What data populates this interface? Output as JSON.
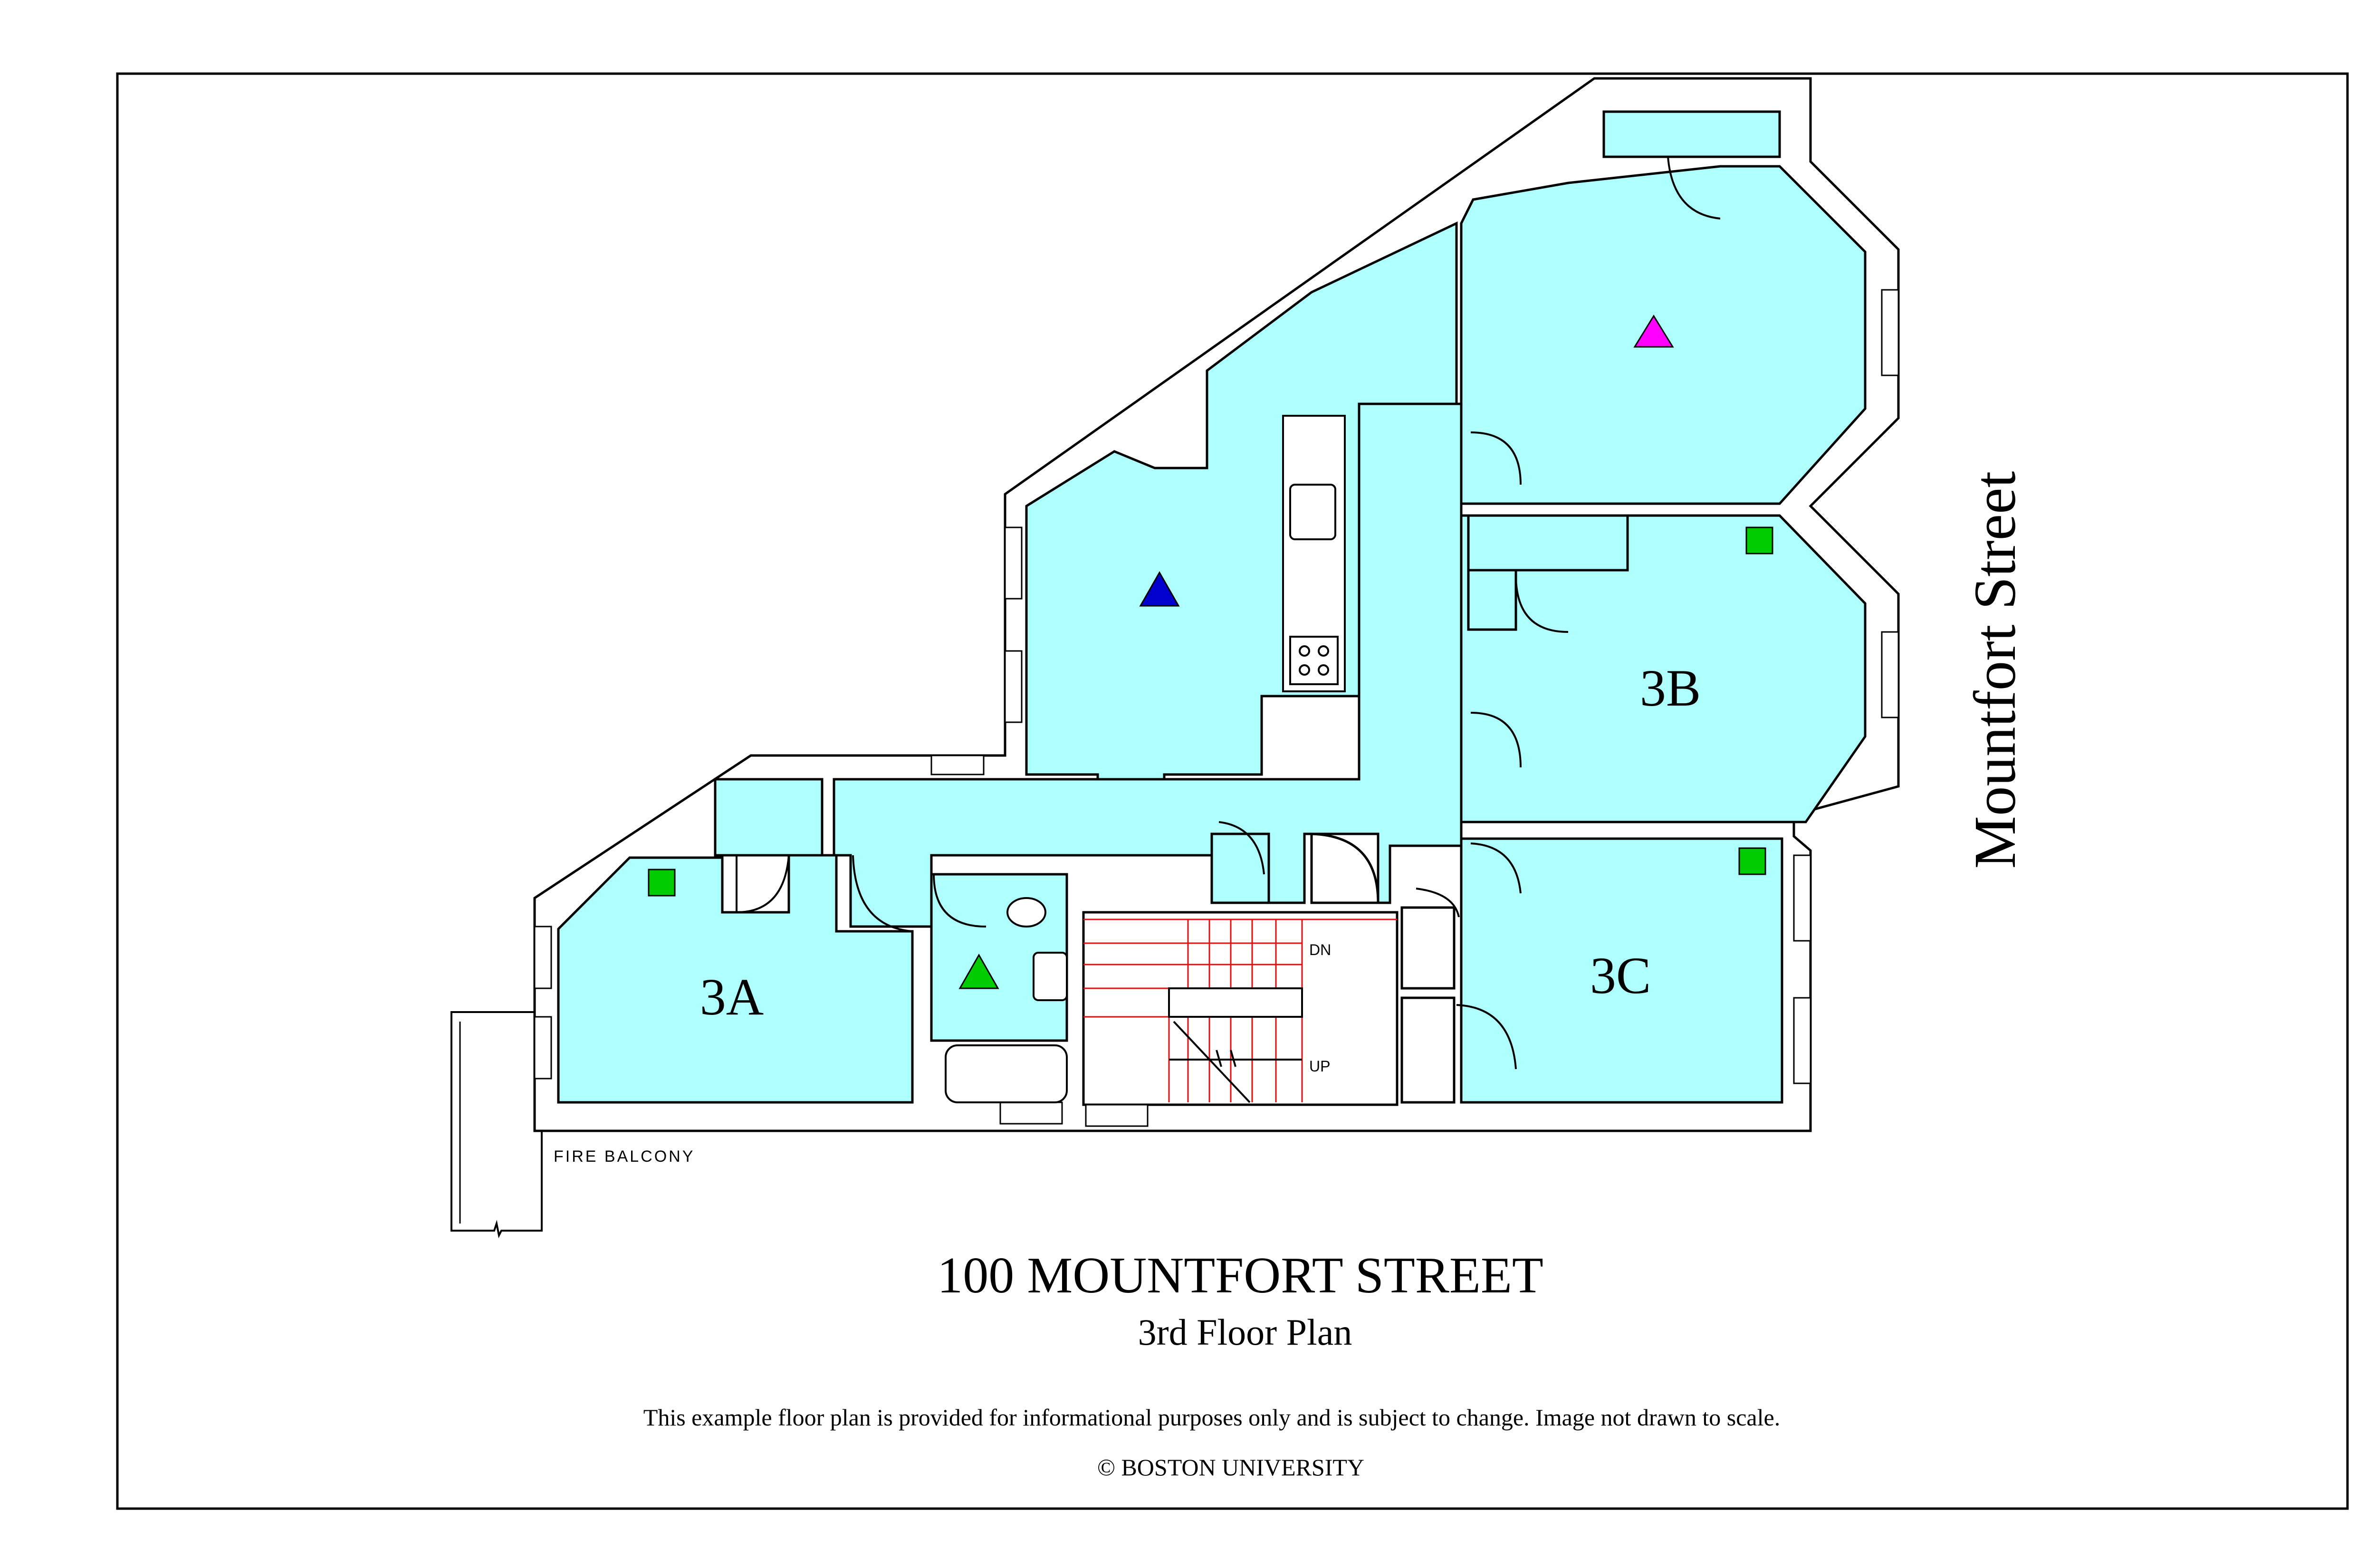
{
  "street_label": "Mountfort Street",
  "title": "100 MOUNTFORT STREET",
  "subtitle": "3rd Floor Plan",
  "disclaimer": "This example floor plan is provided for informational purposes only and is subject to change. Image not drawn to scale.",
  "copyright": "© BOSTON UNIVERSITY",
  "labels": {
    "fire_balcony": "FIRE BALCONY",
    "stair_down": "DN",
    "stair_up": "UP"
  },
  "units": [
    {
      "name": "3A"
    },
    {
      "name": "3B"
    },
    {
      "name": "3C"
    }
  ],
  "colors": {
    "room_fill": "#b0ffff",
    "wall": "#000000",
    "stair": "#e01010",
    "marker_green": "#00cc00",
    "marker_blue": "#0000cc",
    "marker_magenta": "#ff00ff"
  }
}
